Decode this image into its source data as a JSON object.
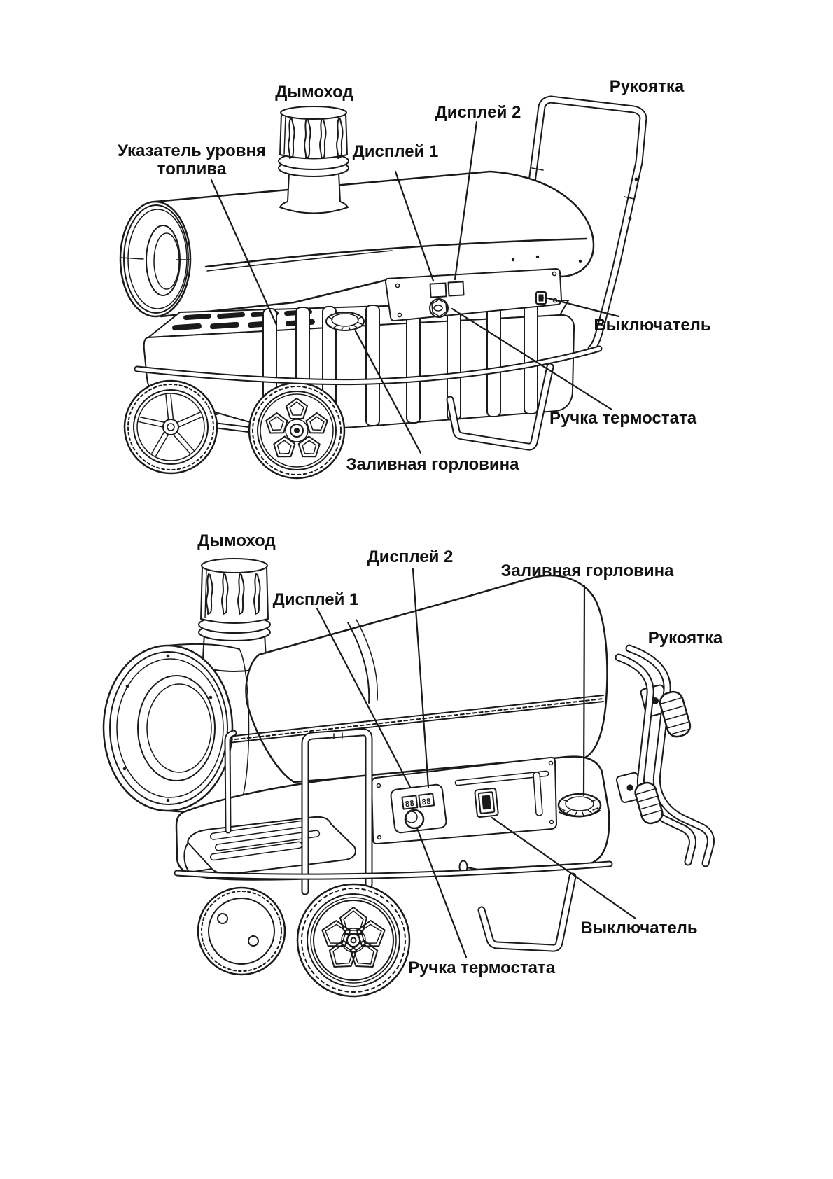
{
  "page": {
    "background": "#ffffff",
    "line_color": "#1a1a1a",
    "text_color": "#111111",
    "description": "Two line-art diagrams of a diesel heater with part labels"
  },
  "figure_top": {
    "name": "heater-side-view",
    "labels": {
      "chimney": "Дымоход",
      "fuel_level_indicator": "Указатель уровня топлива",
      "display1": "Дисплей 1",
      "display2": "Дисплей 2",
      "handle": "Рукоятка",
      "power_switch": "Выключатель",
      "thermostat_knob": "Ручка термостата",
      "filler_neck": "Заливная горловина"
    }
  },
  "figure_bottom": {
    "name": "heater-front-view",
    "display_reading": "88",
    "labels": {
      "chimney": "Дымоход",
      "display2": "Дисплей 2",
      "filler_neck": "Заливная горловина",
      "display1": "Дисплей 1",
      "handle": "Рукоятка",
      "power_switch": "Выключатель",
      "thermostat_knob": "Ручка термостата"
    }
  }
}
